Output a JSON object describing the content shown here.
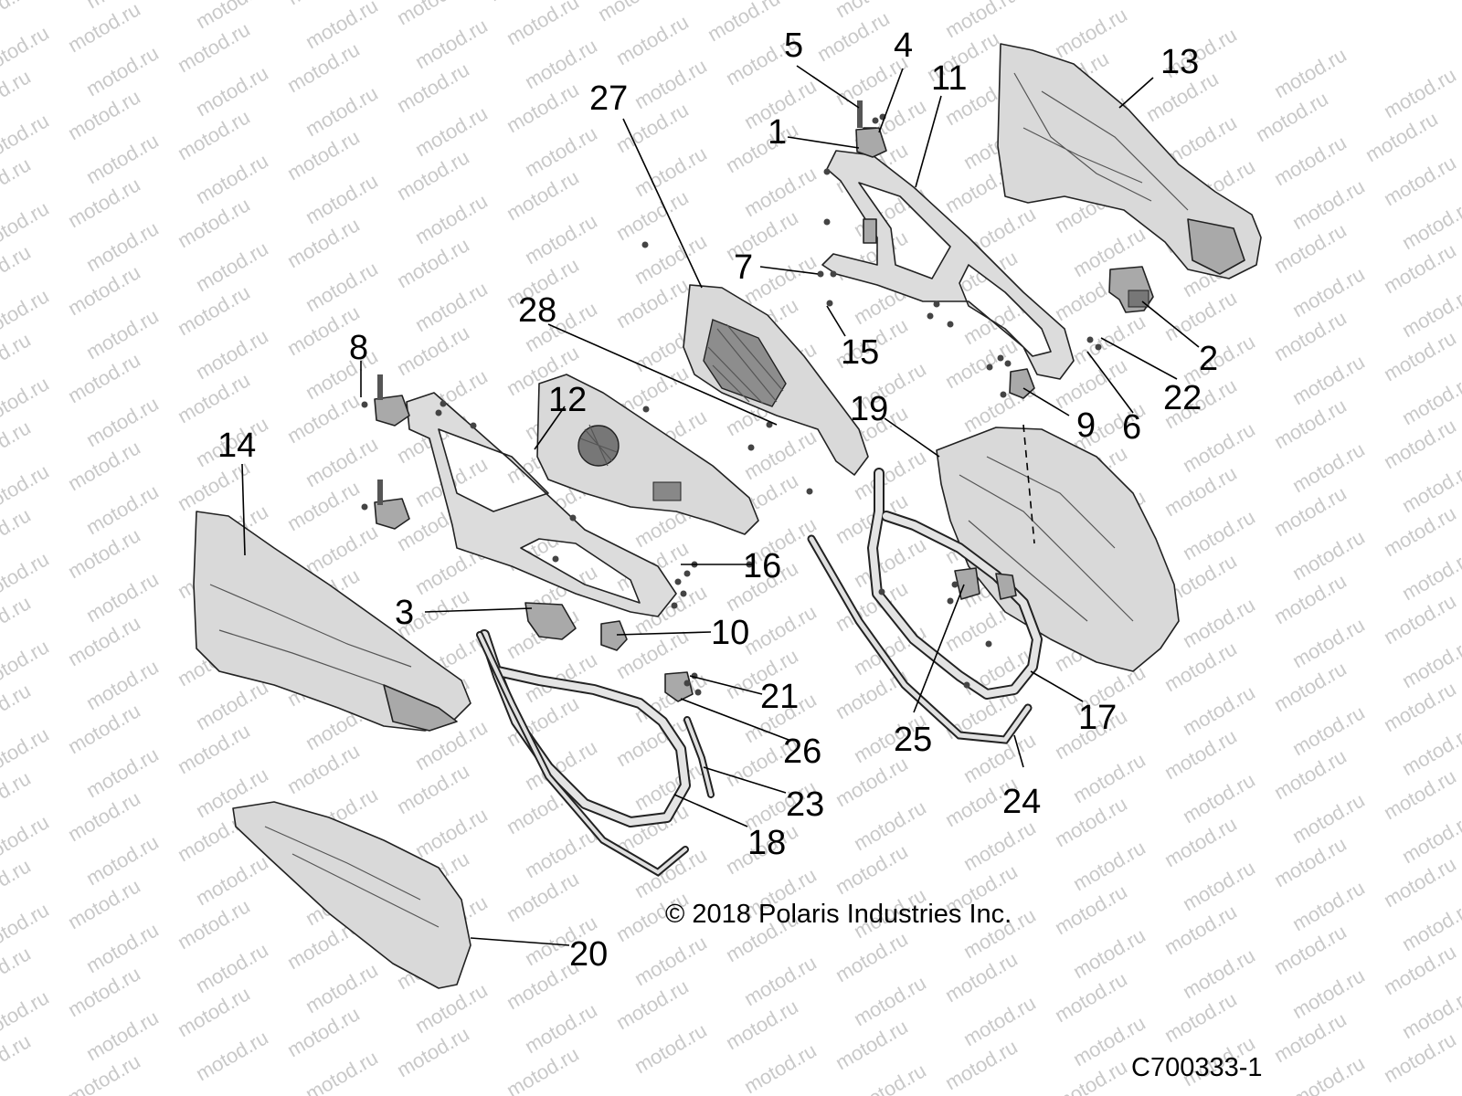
{
  "watermark": "motod.ru",
  "copyright": "© 2018 Polaris Industries Inc.",
  "figure_code": "C700333-1",
  "callouts": [
    "1",
    "2",
    "3",
    "4",
    "5",
    "6",
    "7",
    "8",
    "9",
    "10",
    "11",
    "12",
    "13",
    "14",
    "15",
    "16",
    "17",
    "18",
    "19",
    "20",
    "21",
    "22",
    "23",
    "24",
    "25",
    "26",
    "27",
    "28"
  ]
}
